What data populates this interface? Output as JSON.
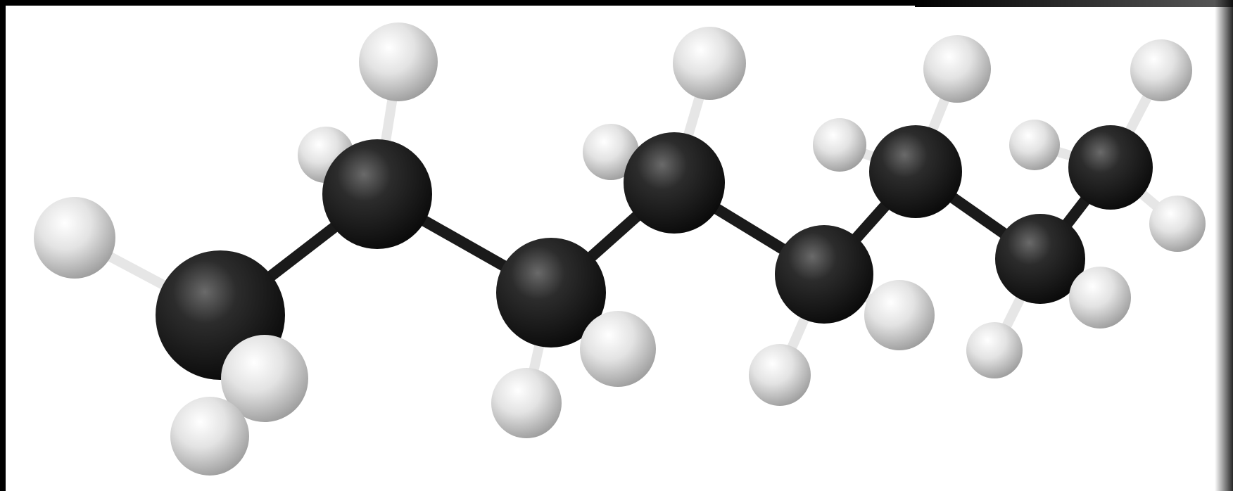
{
  "image": {
    "subject": "ball-and-stick-molecule",
    "colors": {
      "frame": "#000000",
      "background": "#ffffff",
      "carbon": "#1f1f1f",
      "hydrogen": "#d9d9d9",
      "bond": "#1a1a1a",
      "hbond": "#e6e6e6"
    },
    "atom_counts": {
      "carbon": 8,
      "hydrogen": 18
    }
  }
}
